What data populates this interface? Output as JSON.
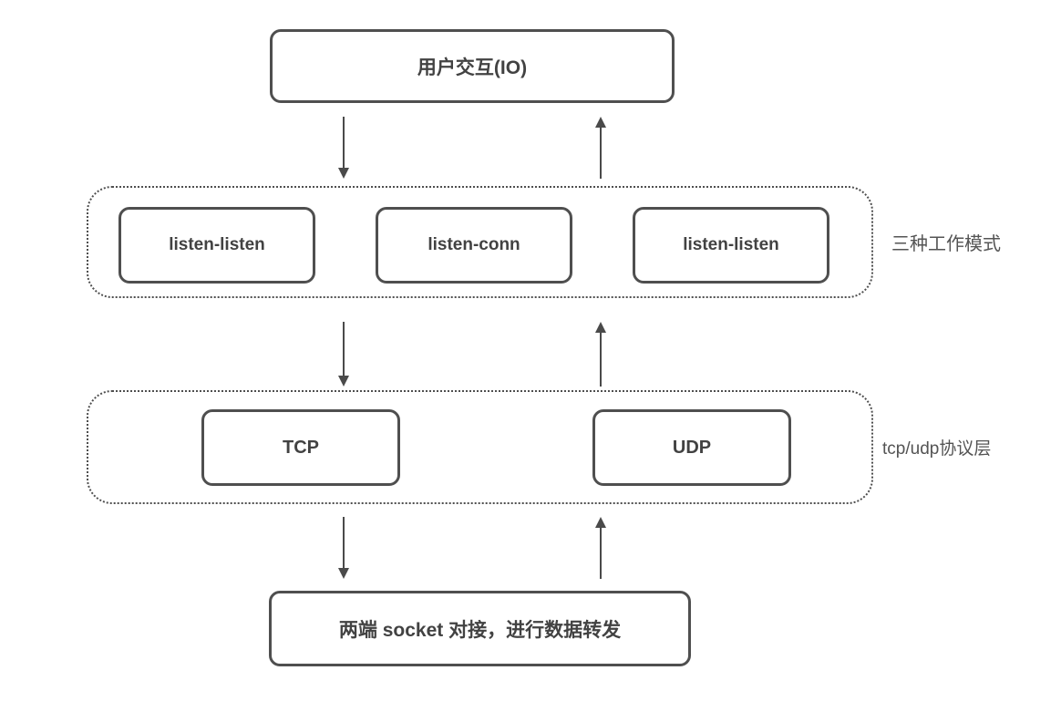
{
  "diagram": {
    "top_node": "用户交互(IO)",
    "modes_layer": {
      "label": "三种工作模式",
      "items": [
        "listen-listen",
        "listen-conn",
        "listen-listen"
      ]
    },
    "protocol_layer": {
      "label": "tcp/udp协议层",
      "items": [
        "TCP",
        "UDP"
      ]
    },
    "bottom_node": "两端 socket 对接，进行数据转发",
    "icons": {
      "arrow_down": "↓",
      "arrow_up": "↑"
    },
    "colors": {
      "stroke": "#4f4f4f",
      "node_text": "#424242",
      "label_text": "#545454",
      "arrow": "#4a4a4a",
      "background": "#ffffff"
    }
  }
}
